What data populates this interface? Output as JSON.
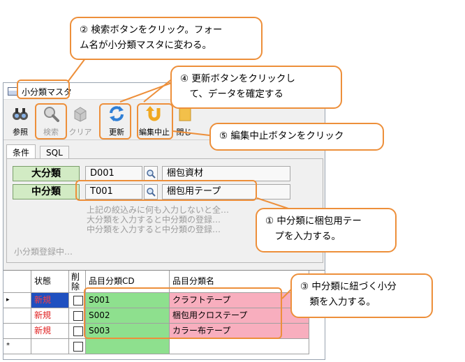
{
  "window": {
    "title": "小分類マスタ"
  },
  "toolbar": {
    "buttons": [
      {
        "label": "参照",
        "icon": "binoculars-icon"
      },
      {
        "label": "検索",
        "icon": "search-icon"
      },
      {
        "label": "クリア",
        "icon": "clear-icon"
      },
      {
        "label": "更新",
        "icon": "refresh-icon"
      },
      {
        "label": "編集中止",
        "icon": "undo-icon"
      },
      {
        "label": "閉じる",
        "icon": "close-icon"
      }
    ]
  },
  "tabs": [
    {
      "label": "条件"
    },
    {
      "label": "SQL"
    }
  ],
  "conditions": {
    "major": {
      "label": "大分類",
      "code": "D001",
      "name": "梱包資材"
    },
    "middle": {
      "label": "中分類",
      "code": "T001",
      "name": "梱包用テープ"
    },
    "hint_lines": [
      "上記の絞込みに何も入力しないと全…",
      "大分類を入力すると中分類の登録…",
      "中分類を入力すると中分類の登録…"
    ],
    "status": "小分類登録中…"
  },
  "grid": {
    "columns": {
      "status": "状態",
      "delete": "削除",
      "code": "品目分類CD",
      "name": "品目分類名"
    },
    "rows": [
      {
        "indicator": "▸",
        "status": "新規",
        "code": "S001",
        "name": "クラフトテープ"
      },
      {
        "indicator": "",
        "status": "新規",
        "code": "S002",
        "name": "梱包用クロステープ"
      },
      {
        "indicator": "",
        "status": "新規",
        "code": "S003",
        "name": "カラー布テープ"
      }
    ],
    "new_row_indicator": "*"
  },
  "callouts": {
    "c2": [
      "② 検索ボタンをクリック。フォー",
      "ム名が小分類マスタに変わる。"
    ],
    "c4": [
      "④ 更新ボタンをクリックし",
      "　て、データを確定する"
    ],
    "c5": [
      "⑤ 編集中止ボタンをクリック"
    ],
    "c1": [
      "① 中分類に梱包用テー",
      "　プを入力する。"
    ],
    "c3": [
      "③ 中分類に紐づく小分",
      "　類を入力する。"
    ]
  },
  "colors": {
    "accent": "#ed8f3a",
    "code_bg": "#8ee08e",
    "name_bg": "#f8aebe",
    "new_text": "#e02020",
    "label_bg": "#d2ebc4"
  }
}
